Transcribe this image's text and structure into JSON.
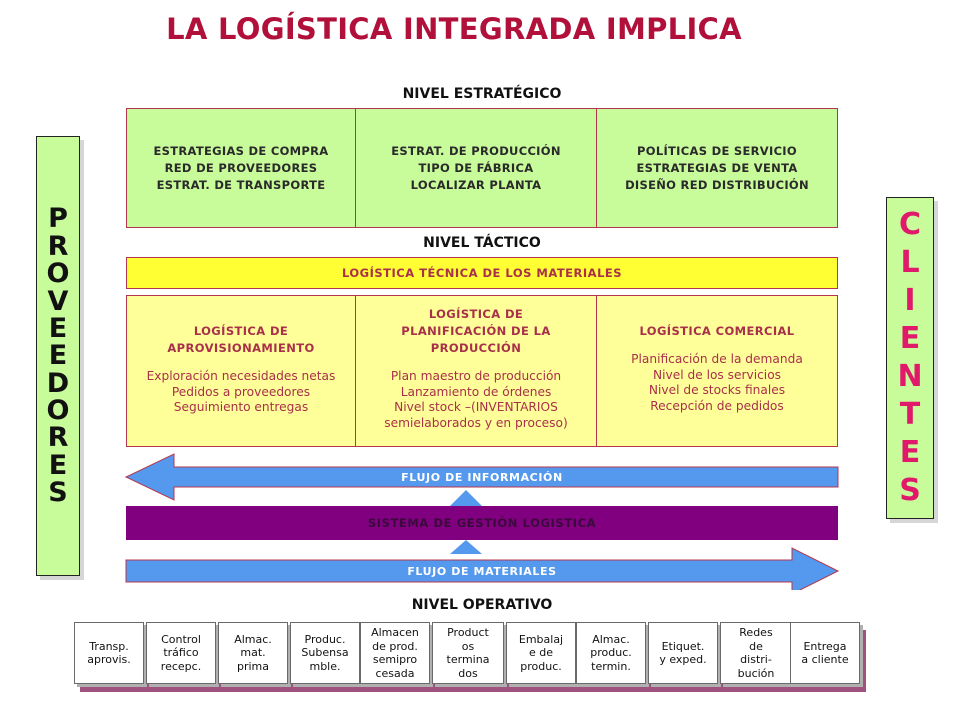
{
  "title": "LA LOGÍSTICA INTEGRADA IMPLICA",
  "levels": {
    "strategic": "NIVEL ESTRATÉGICO",
    "tactical": "NIVEL TÁCTICO",
    "operational": "NIVEL OPERATIVO"
  },
  "side_left": [
    "P",
    "R",
    "O",
    "V",
    "E",
    "E",
    "D",
    "O",
    "R",
    "E",
    "S"
  ],
  "side_right": [
    "C",
    "L",
    "I",
    "E",
    "N",
    "T",
    "E",
    "S"
  ],
  "strategic_boxes": [
    {
      "lines": [
        "ESTRATEGIAS DE COMPRA",
        "RED DE PROVEEDORES",
        "ESTRAT. DE TRANSPORTE"
      ]
    },
    {
      "lines": [
        "ESTRAT. DE PRODUCCIÓN",
        "TIPO DE FÁBRICA",
        "LOCALIZAR PLANTA"
      ]
    },
    {
      "lines": [
        "POLÍTICAS DE SERVICIO",
        "ESTRATEGIAS DE VENTA",
        "DISEÑO RED DISTRIBUCIÓN"
      ]
    }
  ],
  "tactical_bar": "LOGÍSTICA TÉCNICA DE LOS  MATERIALES",
  "tactical_boxes": [
    {
      "heading": [
        "LOGÍSTICA DE",
        "APROVISIONAMIENTO"
      ],
      "lines": [
        "Exploración necesidades netas",
        "Pedidos a proveedores",
        "Seguimiento  entregas"
      ]
    },
    {
      "heading": [
        "LOGÍSTICA DE",
        "PLANIFICACIÓN  DE LA",
        "PRODUCCIÓN"
      ],
      "lines": [
        "Plan maestro de producción",
        "Lanzamiento de órdenes",
        "Nivel stock –(INVENTARIOS",
        "semielaborados y en proceso)"
      ]
    },
    {
      "heading": [
        "LOGÍSTICA COMERCIAL"
      ],
      "lines": [
        "Planificación  de  la demanda",
        "Nivel de los servicios",
        "Nivel de stocks finales",
        "Recepción de pedidos"
      ]
    }
  ],
  "flows": {
    "information": "FLUJO DE INFORMACIÓN",
    "system": "SISTEMA DE GESTIÓN LOGISTICA",
    "materials": "FLUJO DE MATERIALES"
  },
  "operational_boxes": [
    {
      "lines": [
        "Transp.",
        "aprovis."
      ]
    },
    {
      "lines": [
        "Control",
        "tráfico",
        "recepc."
      ]
    },
    {
      "lines": [
        "Almac.",
        "mat.",
        "prima"
      ]
    },
    {
      "lines": [
        "Produc.",
        "Subensa",
        "mble."
      ]
    },
    {
      "lines": [
        "Almacen",
        "de prod.",
        "semipro",
        "cesada"
      ]
    },
    {
      "lines": [
        "Product",
        "os",
        "termina",
        "dos"
      ]
    },
    {
      "lines": [
        "Embalaj",
        "e de",
        "produc."
      ]
    },
    {
      "lines": [
        "Almac.",
        "produc.",
        "termin."
      ]
    },
    {
      "lines": [
        "Etiquet.",
        "y exped."
      ]
    },
    {
      "lines": [
        "Redes",
        "de",
        "distri-",
        "bución"
      ]
    },
    {
      "lines": [
        "Entrega",
        "a cliente"
      ]
    }
  ],
  "colors": {
    "title": "#b0103a",
    "green_box": "#c8fb9a",
    "yellow_box": "#ffff99",
    "yellow_bar": "#ffff33",
    "system_bar": "#800080",
    "flow_arrow": "#5599ee",
    "clientes_letters": "#e0196b"
  }
}
